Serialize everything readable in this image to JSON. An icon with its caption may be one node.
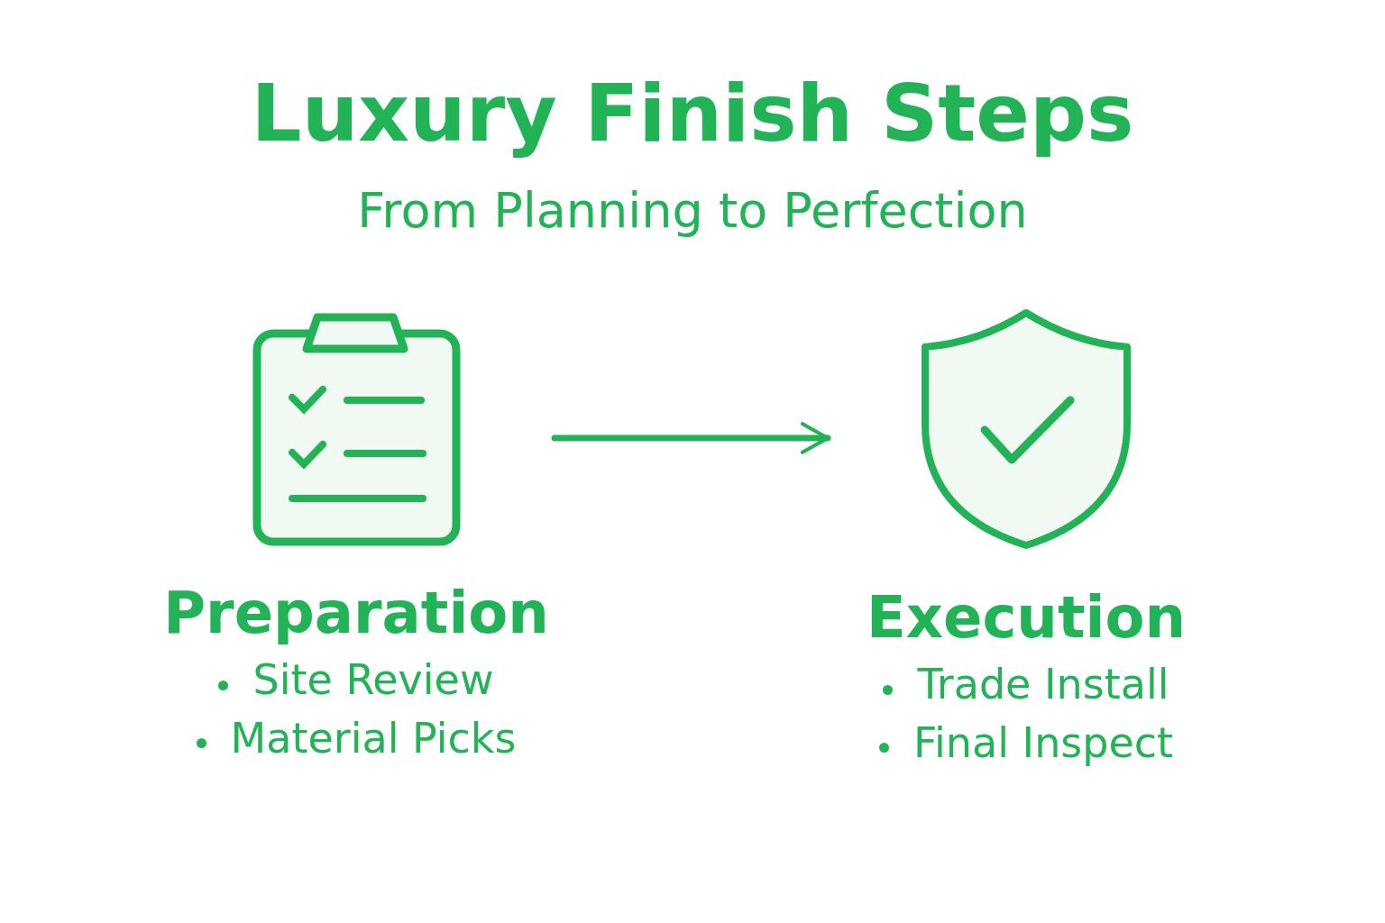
{
  "diagram": {
    "title": "Luxury Finish Steps",
    "caption": "From Planning to Perfection",
    "nodes": [
      {
        "text": [
          "Preparation",
          "Site Review",
          "Material Picks"
        ]
      },
      {
        "text": [
          "Execution",
          "Trade Install",
          "Final Inspect"
        ]
      }
    ],
    "edges": [
      {
        "from": 0,
        "to": 1,
        "arrow": "to"
      }
    ]
  }
}
